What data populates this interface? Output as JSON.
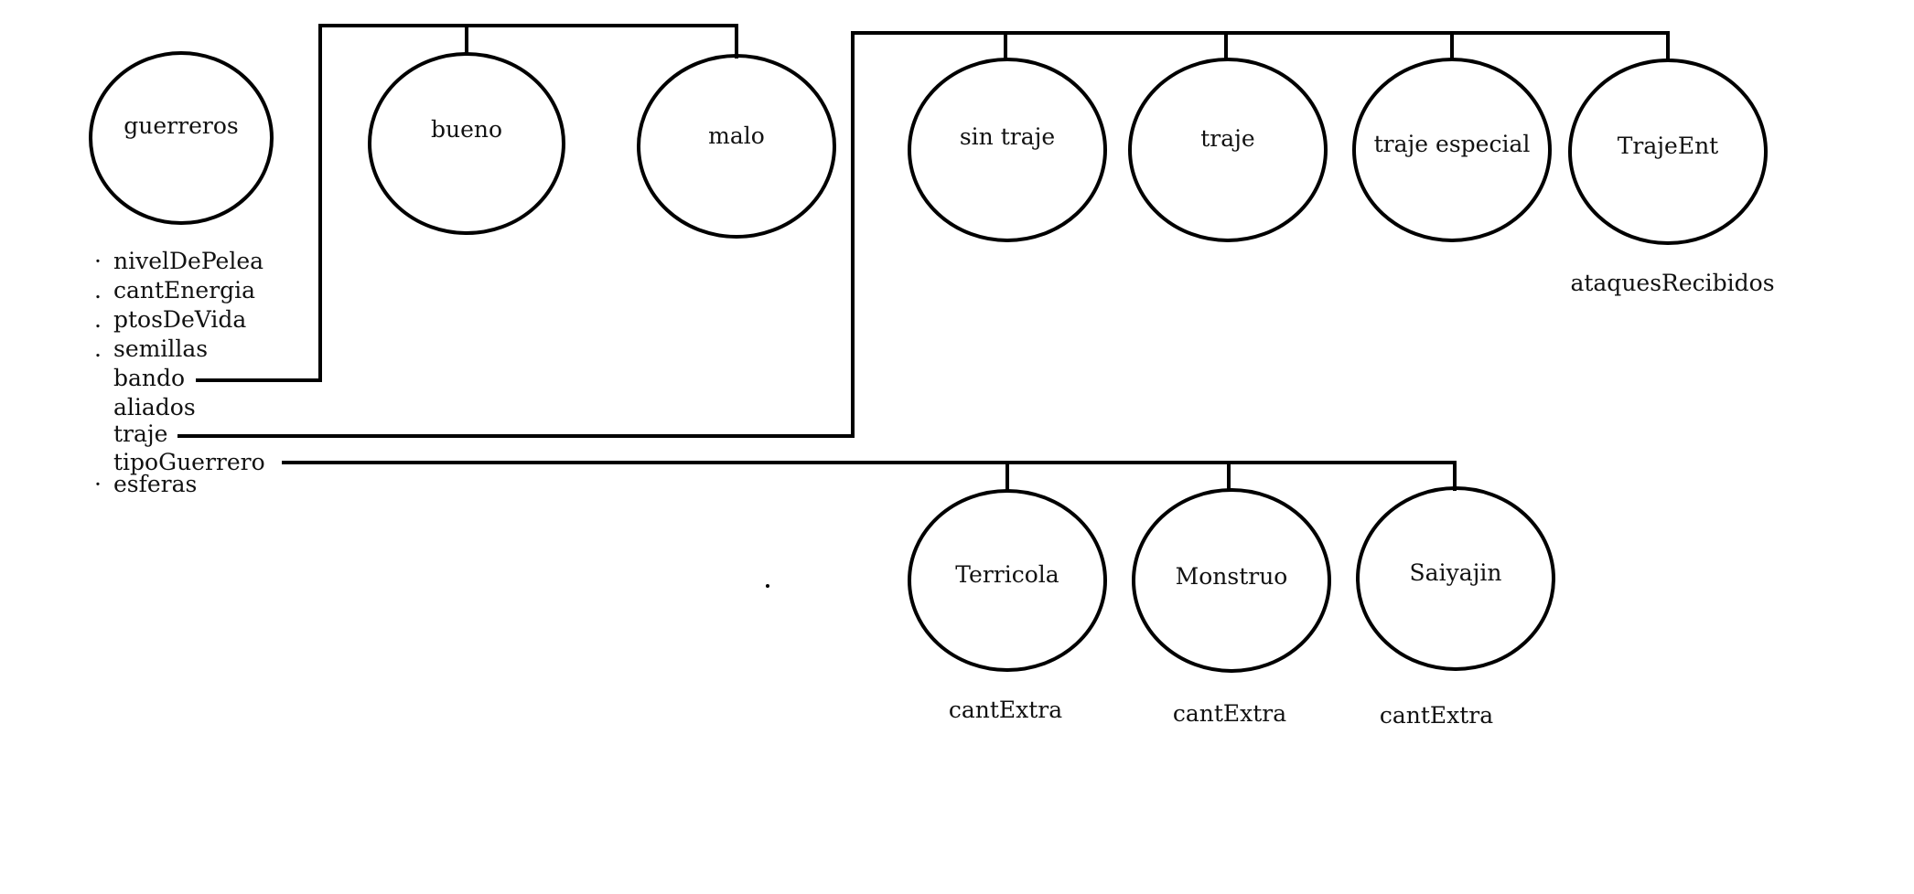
{
  "colors": {
    "background": "#ffffff",
    "stroke": "#000000",
    "text": "#111111"
  },
  "root": {
    "label": "guerreros",
    "attributes": [
      {
        "bullet": "·",
        "label": "nivelDePelea"
      },
      {
        "bullet": ".",
        "label": "cantEnergia"
      },
      {
        "bullet": ".",
        "label": "ptosDeVida"
      },
      {
        "bullet": ".",
        "label": "semillas"
      },
      {
        "bullet": "",
        "label": "bando"
      },
      {
        "bullet": "",
        "label": "aliados"
      },
      {
        "bullet": "",
        "label": "traje"
      },
      {
        "bullet": "",
        "label": "tipoGuerrero"
      },
      {
        "bullet": "·",
        "label": "esferas"
      }
    ]
  },
  "bando": {
    "label": "bando",
    "nodes": [
      {
        "label": "bueno"
      },
      {
        "label": "malo"
      }
    ]
  },
  "traje": {
    "label": "traje",
    "nodes": [
      {
        "label": "sin traje",
        "attribute": ""
      },
      {
        "label": "traje",
        "attribute": ""
      },
      {
        "label": "traje especial",
        "attribute": ""
      },
      {
        "label": "TrajeEnt",
        "attribute": "ataquesRecibidos"
      }
    ]
  },
  "tipoGuerrero": {
    "label": "tipoGuerrero",
    "nodes": [
      {
        "label": "Terricola",
        "attribute": "cantExtra"
      },
      {
        "label": "Monstruo",
        "attribute": "cantExtra"
      },
      {
        "label": "Saiyajin",
        "attribute": "cantExtra"
      }
    ]
  }
}
